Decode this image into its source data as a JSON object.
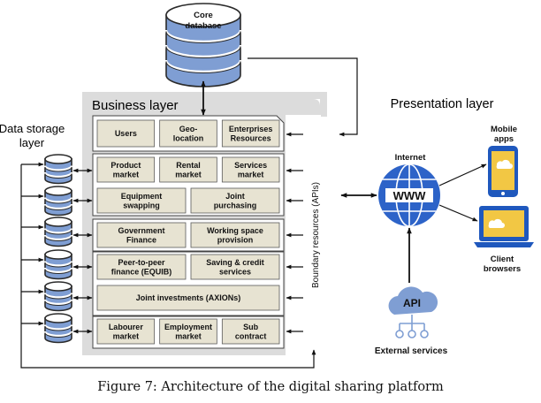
{
  "core_database": [
    "Core",
    "database"
  ],
  "business_layer": {
    "title": "Business layer",
    "groups": [
      {
        "rows": [
          [
            [
              "Users"
            ],
            [
              "Geo-",
              "location"
            ],
            [
              "Enterprises",
              "Resources"
            ]
          ]
        ]
      },
      {
        "rows": [
          [
            [
              "Product",
              "market"
            ],
            [
              "Rental",
              "market"
            ],
            [
              "Services",
              "market"
            ]
          ],
          [
            [
              "Equipment",
              "swapping"
            ],
            [
              "Joint",
              "purchasing"
            ]
          ]
        ]
      },
      {
        "rows": [
          [
            [
              "Government",
              "Finance"
            ],
            [
              "Working space",
              "provision"
            ]
          ]
        ]
      },
      {
        "rows": [
          [
            [
              "Peer-to-peer",
              "finance (EQUIB)"
            ],
            [
              "Saving & credit",
              "services"
            ]
          ],
          [
            [
              "Joint investments (AXIONs)"
            ]
          ]
        ]
      },
      {
        "rows": [
          [
            [
              "Labourer",
              "market"
            ],
            [
              "Employment",
              "market"
            ],
            [
              "Sub",
              "contract"
            ]
          ]
        ]
      }
    ],
    "boundary": "Boundary resources (APIs)"
  },
  "data_storage_layer": [
    "Data storage",
    "layer"
  ],
  "presentation_layer": {
    "title": "Presentation layer",
    "internet": "Internet",
    "www": "WWW",
    "mobile": [
      "Mobile",
      "apps"
    ],
    "client": [
      "Client",
      "browsers"
    ]
  },
  "api": {
    "label": "API",
    "external": "External services"
  },
  "caption": "Figure 7: Architecture of the digital sharing platform",
  "colors": {
    "db_fill": "#7f9ed3",
    "module_fill": "#e7e3d2",
    "panel_fill": "#dcdcdc",
    "globe": "#2d63c8",
    "device": "#1f58bd",
    "screen": "#f2c744"
  }
}
